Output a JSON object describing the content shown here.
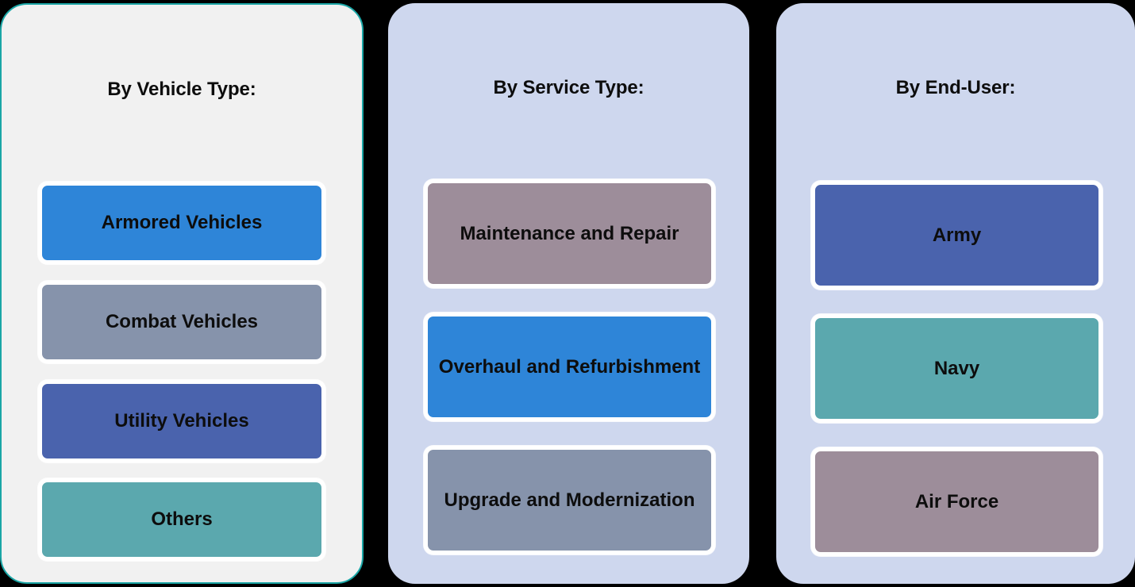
{
  "background_color": "#000000",
  "panels": [
    {
      "id": "vehicle-type",
      "title": "By Vehicle Type:",
      "background_color": "#f1f1f1",
      "border_color": "#1aa6a6",
      "items": [
        {
          "label": "Armored Vehicles",
          "color": "#2e85d8"
        },
        {
          "label": "Combat Vehicles",
          "color": "#8693ab"
        },
        {
          "label": "Utility Vehicles",
          "color": "#4a63ad"
        },
        {
          "label": "Others",
          "color": "#5ba8ae"
        }
      ]
    },
    {
      "id": "service-type",
      "title": "By Service Type:",
      "background_color": "#ced7ee",
      "border_color": "#ced7ee",
      "items": [
        {
          "label": "Maintenance and Repair",
          "color": "#9d8d9a"
        },
        {
          "label": "Overhaul and Refurbishment",
          "color": "#2e85d8"
        },
        {
          "label": "Upgrade and Modernization",
          "color": "#8693ab"
        }
      ]
    },
    {
      "id": "end-user",
      "title": "By End-User:",
      "background_color": "#ced7ee",
      "border_color": "#ced7ee",
      "items": [
        {
          "label": "Army",
          "color": "#4a63ad"
        },
        {
          "label": "Navy",
          "color": "#5ba8ae"
        },
        {
          "label": "Air Force",
          "color": "#9d8d9a"
        }
      ]
    }
  ]
}
